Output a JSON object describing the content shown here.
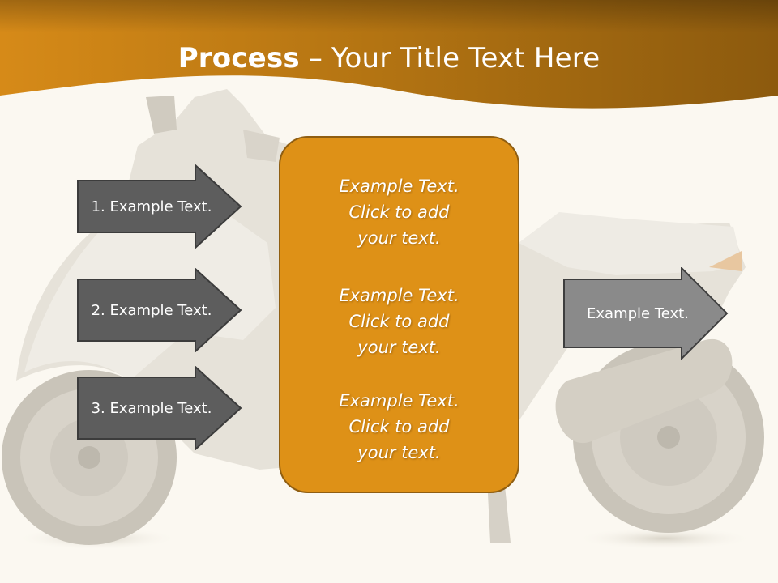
{
  "slide": {
    "title_bold": "Process",
    "title_rest": " – Your Title Text Here"
  },
  "left_arrows": [
    {
      "label": "1. Example Text."
    },
    {
      "label": "2. Example Text."
    },
    {
      "label": "3. Example Text."
    }
  ],
  "center_box": {
    "blocks": [
      {
        "line1": "Example Text.",
        "line2": "Click  to add",
        "line3": "your text."
      },
      {
        "line1": "Example Text.",
        "line2": "Click  to add",
        "line3": "your text."
      },
      {
        "line1": "Example Text.",
        "line2": "Click  to add",
        "line3": "your text."
      }
    ]
  },
  "right_arrow": {
    "label": "Example Text."
  },
  "colors": {
    "header_gold": "#b0700f",
    "box_orange": "#de9117",
    "arrow_dark": "#5d5d5d",
    "arrow_light": "#8a8a8a",
    "background": "#fbf8f1"
  }
}
